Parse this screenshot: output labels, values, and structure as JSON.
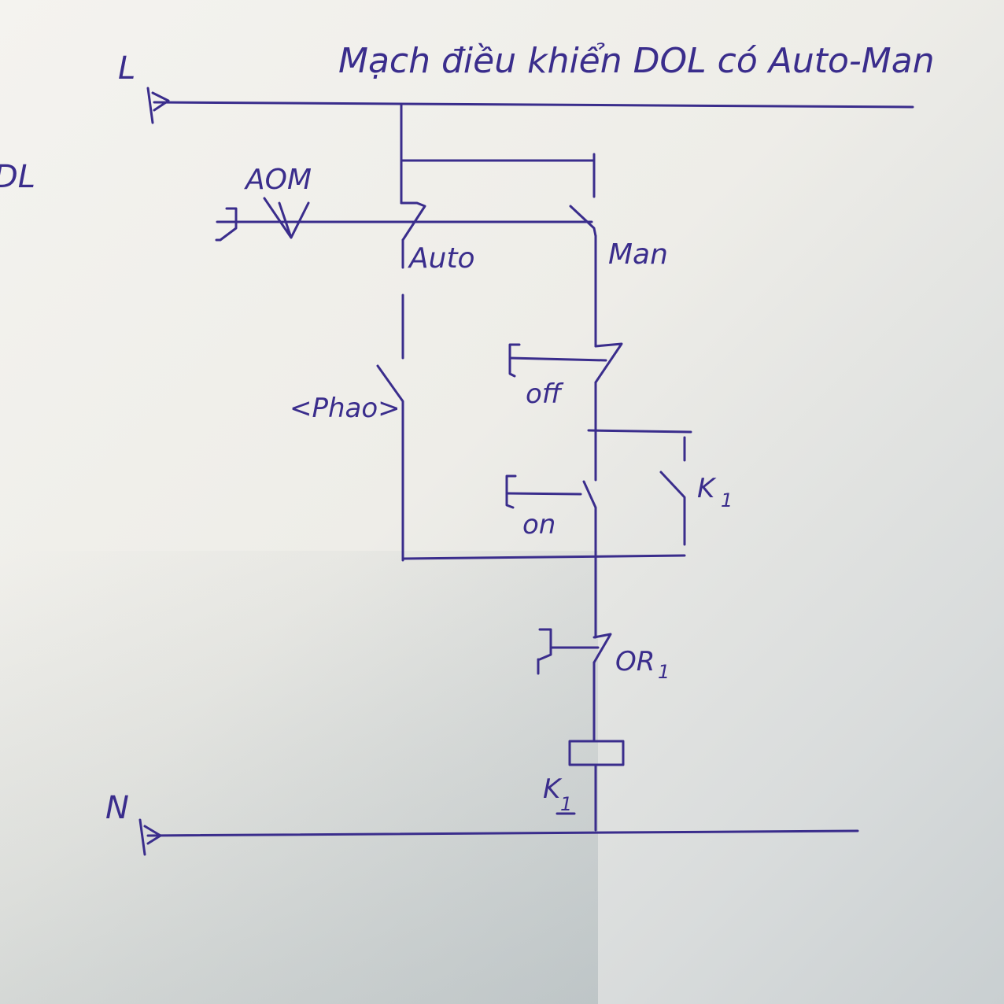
{
  "title": "Mạch điều khiển DOL có Auto-Man",
  "margin_fragment": "DL",
  "lines": {
    "live": "L",
    "neutral": "N"
  },
  "selector": {
    "label": "AOM",
    "auto": "Auto",
    "man": "Man"
  },
  "float_switch": "<Phao>",
  "buttons": {
    "off": "off",
    "on": "on"
  },
  "contactor_aux": "K",
  "contactor_aux_sub": "1",
  "overload": "OR",
  "overload_sub": "1",
  "coil": "K",
  "coil_sub": "1",
  "colors": {
    "ink": "#3a2d8c",
    "paper": "#f2f1ec"
  }
}
